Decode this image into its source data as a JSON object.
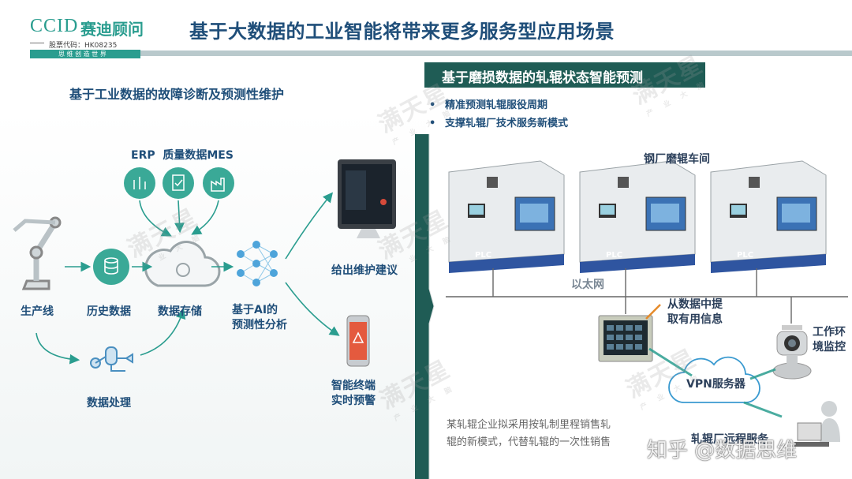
{
  "header": {
    "logo_text": "CCID",
    "logo_cn": "赛迪顾问",
    "stock_code": "股票代码：HK08235",
    "slogan": "思 维 创 造 世 界",
    "title": "基于大数据的工业智能将带来更多服务型应用场景"
  },
  "left": {
    "heading": "基于工业数据的故障诊断及预测性维护",
    "sources_label": "ERP  质量数据MES",
    "nodes": {
      "production_line": "生产线",
      "history_data": "历史数据",
      "data_storage": "数据存储",
      "ai_analysis_line1": "基于AI的",
      "ai_analysis_line2": "预测性分析",
      "data_processing": "数据处理",
      "maintenance_advice": "给出维护建议",
      "terminal_line1": "智能终端",
      "terminal_line2": "实时预警"
    }
  },
  "right": {
    "heading": "基于磨损数据的轧辊状态智能预测",
    "bullets": [
      "精准预测轧辊服役周期",
      "支撑轧辊厂技术服务新模式"
    ],
    "workshop_label": "钢厂磨辊车间",
    "plc_labels": [
      "PLC",
      "PLC",
      "PLC"
    ],
    "ethernet_label": "以太网",
    "extract_line1": "从数据中提",
    "extract_line2": "取有用信息",
    "monitor_line1": "工作环",
    "monitor_line2": "境监控",
    "vpn_label": "VPN服务器",
    "remote_label": "轧辊厂远程服务",
    "note_line1": "某轧辊企业拟采用按轧制里程销售轧",
    "note_line2": "辊的新模式，代替轧辊的一次性销售"
  },
  "watermarks": [
    "满天星",
    "满天星",
    "满天星",
    "满天星",
    "满天星",
    "满天星"
  ],
  "watermark_sub": "产 业 大 脑",
  "credit": "知乎 @数据思维",
  "colors": {
    "title": "#1f4e79",
    "teal": "#2a9d8f",
    "dark_green_bar": "#1f5c55",
    "accent_gray": "#c9d3d6"
  }
}
